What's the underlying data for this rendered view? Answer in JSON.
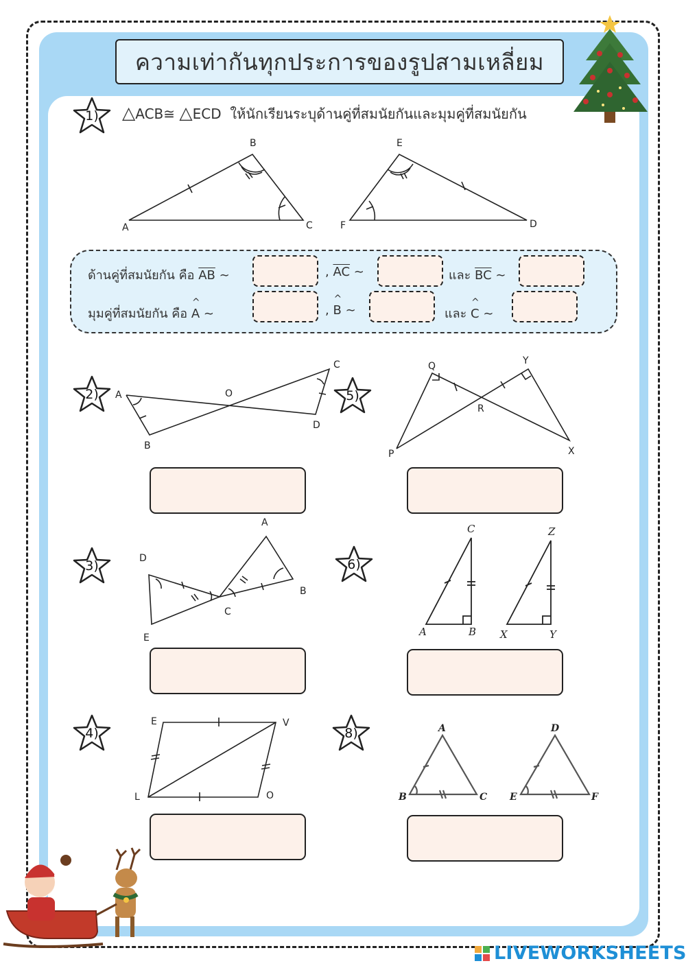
{
  "title": "ความเท่ากันทุกประการของรูปสามเหลี่ยม",
  "question1": {
    "number": "1)",
    "statement_prefix": "ACB≅",
    "statement_mid": "ECD",
    "instruction": "ให้นักเรียนระบุด้านคู่ที่สมนัยกันและมุมคู่ที่สมนัยกัน",
    "figure_labels": [
      "A",
      "B",
      "C",
      "E",
      "F",
      "D"
    ]
  },
  "answer_panel": {
    "sides_label": "ด้านคู่ที่สมนัยกัน  คือ",
    "side1": "AB",
    "side2": "AC",
    "side3": "BC",
    "angles_label": "มุมคู่ที่สมนัยกัน   คือ",
    "angle1": "A",
    "angle2": "B",
    "angle3": "C",
    "and_word": "และ",
    "tilde": "∼",
    "comma": ","
  },
  "questions": [
    {
      "number": "2)",
      "labels": [
        "A",
        "O",
        "C",
        "B",
        "D"
      ]
    },
    {
      "number": "3)",
      "labels": [
        "A",
        "D",
        "B",
        "C",
        "E"
      ]
    },
    {
      "number": "4)",
      "labels": [
        "E",
        "V",
        "L",
        "O"
      ]
    },
    {
      "number": "5)",
      "labels": [
        "Q",
        "Y",
        "R",
        "P",
        "X"
      ]
    },
    {
      "number": "6)",
      "labels": [
        "C",
        "Z",
        "A",
        "B",
        "X",
        "Y"
      ]
    },
    {
      "number": "8)",
      "labels": [
        "A",
        "D",
        "B",
        "C",
        "E",
        "F"
      ]
    }
  ],
  "footer": {
    "brand": "LIVEWORKSHEETS"
  },
  "colors": {
    "frame_blue": "#a9d8f5",
    "panel_blue": "#e1f2fb",
    "input_peach": "#fdf1ea",
    "brand_blue": "#1e8fd6"
  }
}
